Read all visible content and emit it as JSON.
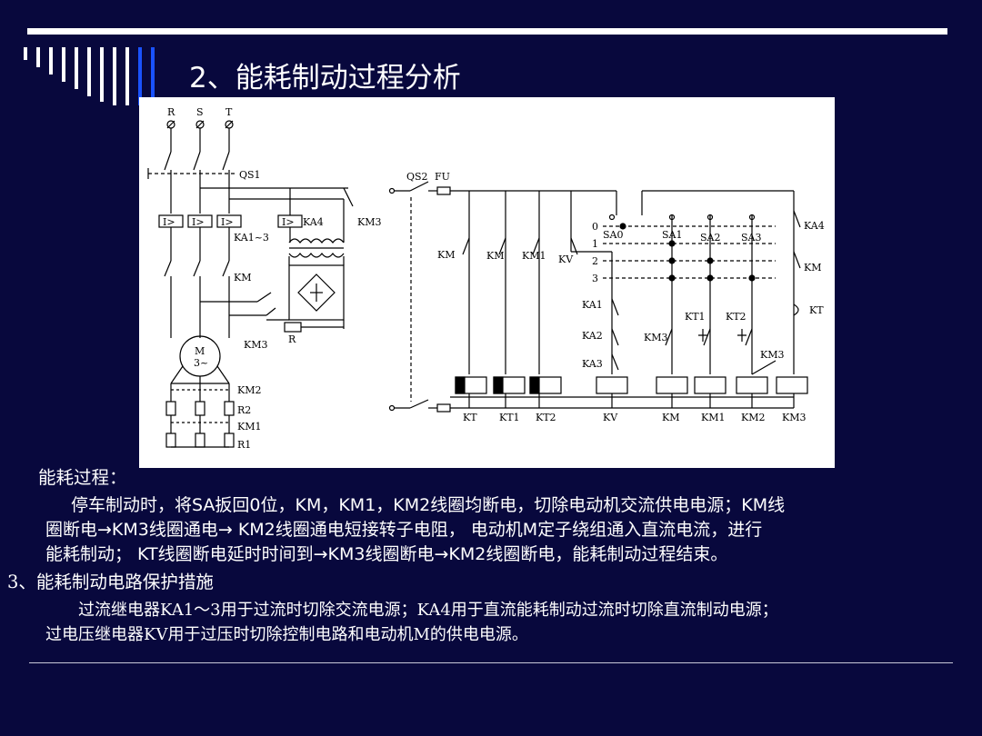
{
  "slide": {
    "title": "2、能耗制动过程分析"
  },
  "diagram": {
    "power_phases": [
      "R",
      "S",
      "T"
    ],
    "labels": {
      "qs1": "QS1",
      "qs2": "QS2",
      "fu": "FU",
      "ka4_coil": "KA4",
      "km3_top": "KM3",
      "ka1_3": "KA1~3",
      "km_main": "KM",
      "km3_brake": "KM3",
      "r": "R",
      "motor_m": "M",
      "motor_phase": "3~",
      "km2": "KM2",
      "r2": "R2",
      "km1": "KM1",
      "r1": "R1",
      "oc_relay": "I>",
      "sa_positions": [
        "0",
        "1",
        "2",
        "3"
      ],
      "sa_contacts": [
        "SA0",
        "SA1",
        "SA2",
        "SA3"
      ],
      "ka4_contact": "KA4",
      "km_contact_right": "KM",
      "kt_contact": "KT",
      "kt1_contact": "KT1",
      "kt2_contact": "KT2",
      "km_contact_1": "KM",
      "km_contact_2": "KM",
      "km1_contact": "KM1",
      "kv_contact": "KV",
      "ka1": "KA1",
      "ka2": "KA2",
      "ka3": "KA3",
      "km3_contact_a": "KM3",
      "km3_contact_b": "KM3",
      "coils": [
        "KT",
        "KT1",
        "KT2",
        "KV",
        "KM",
        "KM1",
        "KM2",
        "KM3"
      ]
    }
  },
  "section1": {
    "heading": "能耗过程：",
    "para_line1": "停车制动时，将SA扳回0位，KM，KM1，KM2线圈均断电，切除电动机交流供电电源；KM线",
    "para_line2": "圈断电→KM3线圈通电→ KM2线圈通电短接转子电阻， 电动机M定子绕组通入直流电流，进行",
    "para_line3": "能耗制动； KT线圈断电延时时间到→KM3线圈断电→KM2线圈断电，能耗制动过程结束。"
  },
  "section2": {
    "heading": "3、能耗制动电路保护措施",
    "para_line1": "过流继电器KA1～3用于过流时切除交流电源；KA4用于直流能耗制动过流时切除直流制动电源；",
    "para_line2": "过电压继电器KV用于过压时切除控制电路和电动机M的供电电源。"
  },
  "colors": {
    "background": "#08083d",
    "text": "#ffffff",
    "accent_blue": "#1a52ff"
  }
}
